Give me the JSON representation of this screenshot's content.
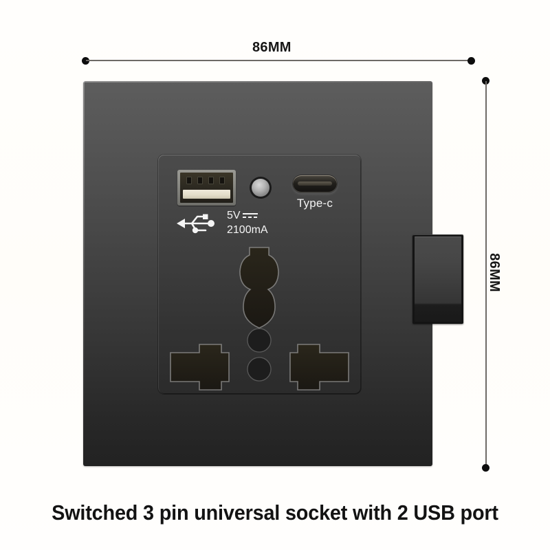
{
  "product": {
    "caption": "Switched 3 pin universal socket with 2 USB port",
    "faceplate_color": "#434343",
    "background_color": "#fffdfa"
  },
  "dimensions": {
    "width_label": "86MM",
    "height_label": "86MM",
    "line_color": "#6e6a66",
    "dot_color": "#0d0d0d"
  },
  "socket": {
    "usb_a": {
      "icon": "usb-a-port",
      "trident_icon": "usb-trident-icon",
      "contacts": 4
    },
    "led": {
      "icon": "led-indicator"
    },
    "type_c": {
      "icon": "usb-type-c-port",
      "label": "Type-c"
    },
    "rating": {
      "voltage": "5V",
      "dc_symbol": "dc-current-icon",
      "current": "2100mA"
    },
    "switch": {
      "icon": "rocker-switch",
      "state": "off"
    },
    "outlet": {
      "icon": "universal-socket-openings",
      "pins": 3,
      "opening_color": "#231f16"
    }
  }
}
